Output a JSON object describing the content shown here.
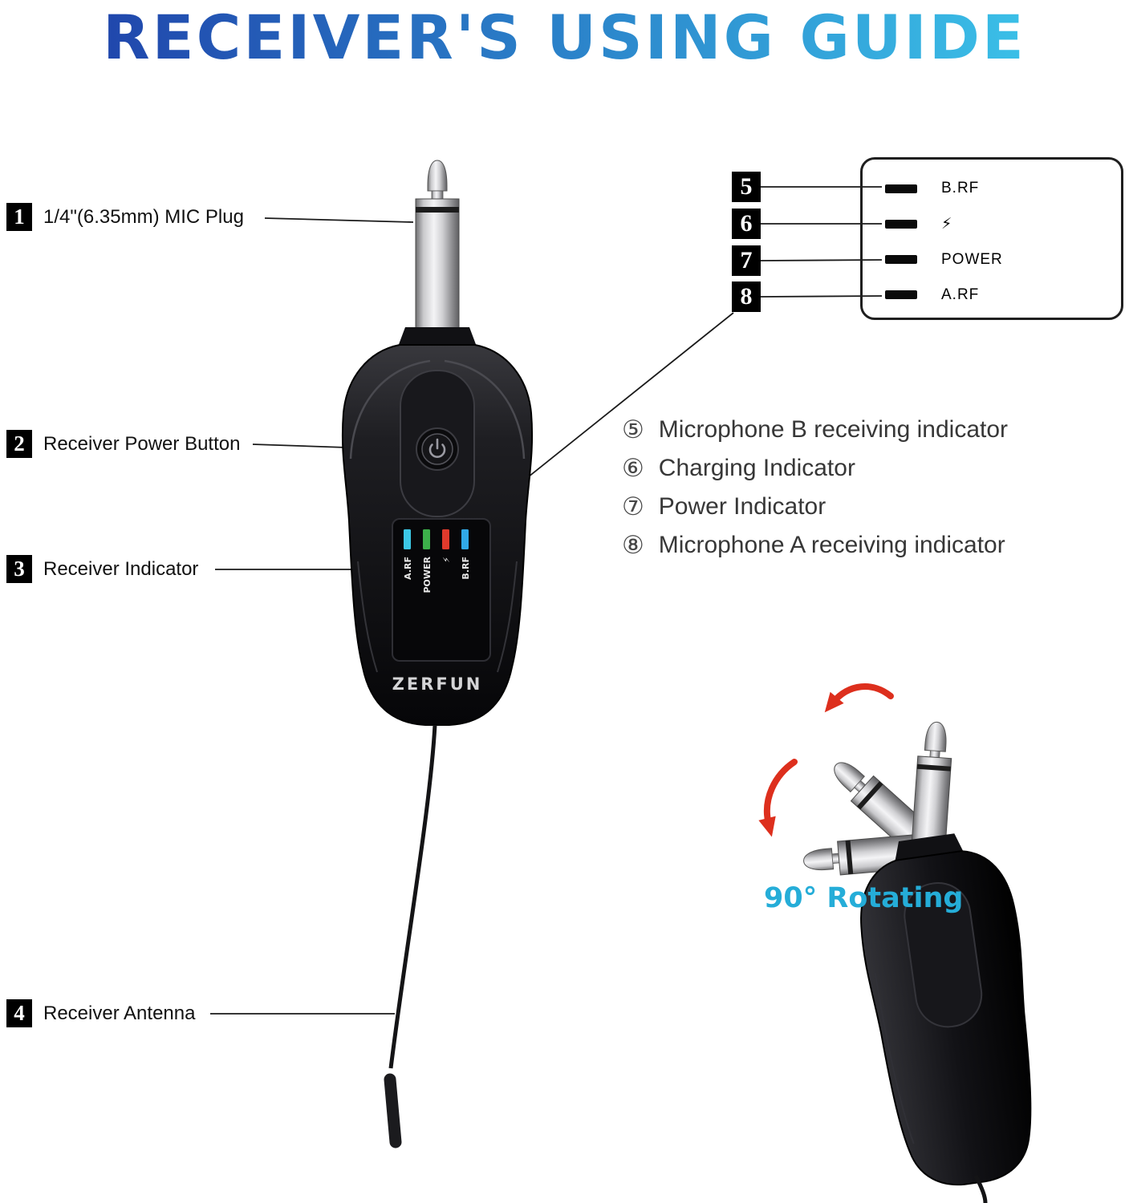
{
  "title": "RECEIVER'S USING GUIDE",
  "callouts": [
    {
      "num": "1",
      "label": "1/4\"(6.35mm) MIC Plug"
    },
    {
      "num": "2",
      "label": "Receiver Power Button"
    },
    {
      "num": "3",
      "label": "Receiver Indicator"
    },
    {
      "num": "4",
      "label": "Receiver Antenna"
    }
  ],
  "indicator_panel": {
    "rows": [
      {
        "num": "5",
        "label": "B.RF"
      },
      {
        "num": "6",
        "label": "⚡"
      },
      {
        "num": "7",
        "label": "POWER"
      },
      {
        "num": "8",
        "label": "A.RF"
      }
    ]
  },
  "legend": [
    {
      "num": "⑤",
      "text": "Microphone B receiving indicator"
    },
    {
      "num": "⑥",
      "text": "Charging Indicator"
    },
    {
      "num": "⑦",
      "text": "Power Indicator"
    },
    {
      "num": "⑧",
      "text": "Microphone A receiving indicator"
    }
  ],
  "device": {
    "brand": "ZERFUN",
    "display": {
      "labels": [
        "A.RF",
        "POWER",
        "⚡",
        "B.RF"
      ],
      "led_colors": [
        "#3cc8e6",
        "#3cb04a",
        "#e03a2c",
        "#31a9e8"
      ]
    }
  },
  "rotating_caption": "90° Rotating",
  "colors": {
    "title_gradient_start": "#1e3aa6",
    "title_gradient_end": "#3ecdee",
    "caption_cyan": "#25add8",
    "arrow_red": "#dd2f1d"
  }
}
